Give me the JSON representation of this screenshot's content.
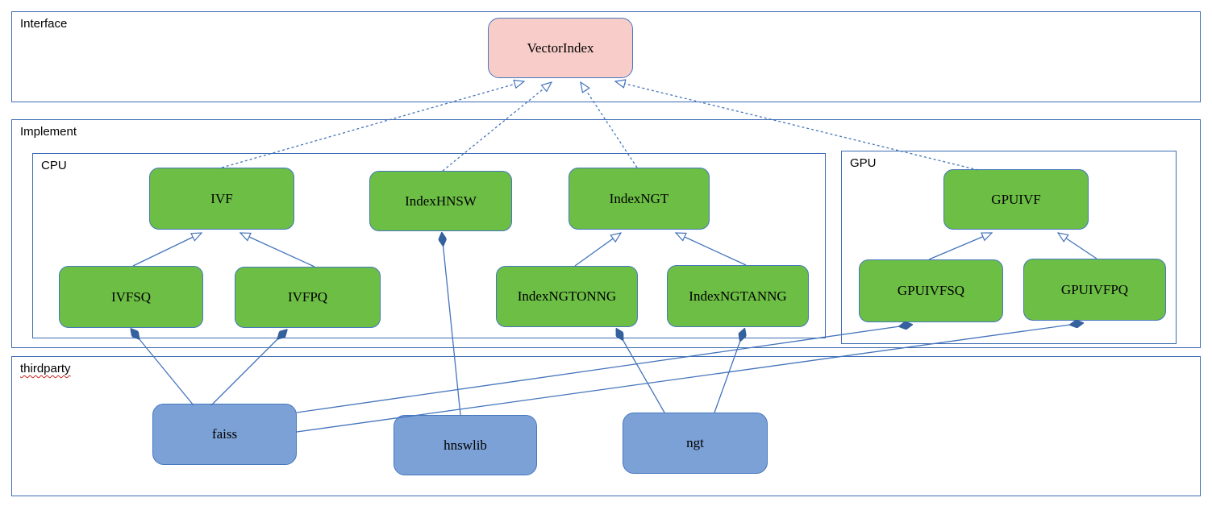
{
  "diagram": {
    "title_note": "",
    "sections": {
      "interface": {
        "label": "Interface"
      },
      "implement": {
        "label": "Implement"
      },
      "cpu": {
        "label": "CPU"
      },
      "gpu": {
        "label": "GPU"
      },
      "thirdparty": {
        "label": "thirdparty"
      }
    },
    "nodes": {
      "vectorindex": {
        "label": "VectorIndex",
        "kind": "interface"
      },
      "ivf": {
        "label": "IVF",
        "kind": "cpu-implementation"
      },
      "indexhnsw": {
        "label": "IndexHNSW",
        "kind": "cpu-implementation"
      },
      "indexngt": {
        "label": "IndexNGT",
        "kind": "cpu-implementation"
      },
      "ivfsq": {
        "label": "IVFSQ",
        "kind": "cpu-implementation"
      },
      "ivfpq": {
        "label": "IVFPQ",
        "kind": "cpu-implementation"
      },
      "indexngtonng": {
        "label": "IndexNGTONNG",
        "kind": "cpu-implementation"
      },
      "indexngtanng": {
        "label": "IndexNGTANNG",
        "kind": "cpu-implementation"
      },
      "gpuivf": {
        "label": "GPUIVF",
        "kind": "gpu-implementation"
      },
      "gpuivfsq": {
        "label": "GPUIVFSQ",
        "kind": "gpu-implementation"
      },
      "gpuivfpq": {
        "label": "GPUIVFPQ",
        "kind": "gpu-implementation"
      },
      "faiss": {
        "label": "faiss",
        "kind": "thirdparty-library"
      },
      "hnswlib": {
        "label": "hnswlib",
        "kind": "thirdparty-library"
      },
      "ngt": {
        "label": "ngt",
        "kind": "thirdparty-library"
      }
    },
    "edges": [
      {
        "from": "IVF",
        "to": "VectorIndex",
        "type": "realization-dashed-hollow-arrow"
      },
      {
        "from": "IndexHNSW",
        "to": "VectorIndex",
        "type": "realization-dashed-hollow-arrow"
      },
      {
        "from": "IndexNGT",
        "to": "VectorIndex",
        "type": "realization-dashed-hollow-arrow"
      },
      {
        "from": "GPUIVF",
        "to": "VectorIndex",
        "type": "realization-dashed-hollow-arrow"
      },
      {
        "from": "IVFSQ",
        "to": "IVF",
        "type": "generalization-hollow-arrow"
      },
      {
        "from": "IVFPQ",
        "to": "IVF",
        "type": "generalization-hollow-arrow"
      },
      {
        "from": "IndexNGTONNG",
        "to": "IndexNGT",
        "type": "generalization-hollow-arrow"
      },
      {
        "from": "IndexNGTANNG",
        "to": "IndexNGT",
        "type": "generalization-hollow-arrow"
      },
      {
        "from": "GPUIVFSQ",
        "to": "GPUIVF",
        "type": "generalization-hollow-arrow"
      },
      {
        "from": "GPUIVFPQ",
        "to": "GPUIVF",
        "type": "generalization-hollow-arrow"
      },
      {
        "from": "faiss",
        "to": "IVFSQ",
        "type": "composition-filled-diamond"
      },
      {
        "from": "faiss",
        "to": "IVFPQ",
        "type": "composition-filled-diamond"
      },
      {
        "from": "faiss",
        "to": "GPUIVFSQ",
        "type": "composition-filled-diamond"
      },
      {
        "from": "faiss",
        "to": "GPUIVFPQ",
        "type": "composition-filled-diamond"
      },
      {
        "from": "hnswlib",
        "to": "IndexHNSW",
        "type": "composition-filled-diamond"
      },
      {
        "from": "ngt",
        "to": "IndexNGTONNG",
        "type": "composition-filled-diamond"
      },
      {
        "from": "ngt",
        "to": "IndexNGTANNG",
        "type": "composition-filled-diamond"
      }
    ],
    "colors": {
      "interface_node_fill": "#f8cdc9",
      "implementation_node_fill": "#6cbe45",
      "thirdparty_node_fill": "#7ca1d6",
      "node_border": "#4678be",
      "section_border": "#3d6cb4",
      "connector": "#4474bc",
      "diamond_fill": "#35629e",
      "spellcheck_underline": "#cc2222"
    }
  }
}
